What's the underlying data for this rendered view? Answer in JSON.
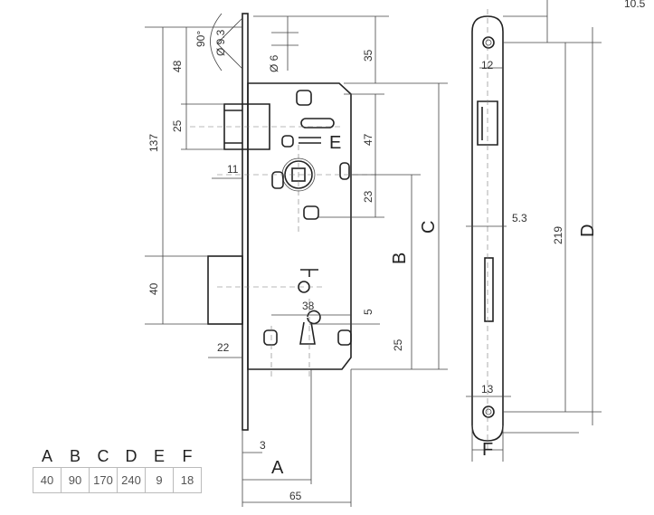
{
  "dimensions": {
    "d10_5": "10.5",
    "d12_top": "12",
    "angle": "90°",
    "dia93": "Ø 9.3",
    "dia6": "Ø 6",
    "d35": "35",
    "d48": "48",
    "d25_latch": "25",
    "d137": "137",
    "d11": "11",
    "d47": "47",
    "d23": "23",
    "E": "E",
    "C": "C",
    "B": "B",
    "d40": "40",
    "d38": "38",
    "d5": "5",
    "d25_low": "25",
    "d22": "22",
    "d3": "3",
    "A": "A",
    "d65": "65",
    "d5_3": "5.3",
    "d219": "219",
    "D": "D",
    "d13": "13",
    "F": "F"
  },
  "table": {
    "headers": [
      "A",
      "B",
      "C",
      "D",
      "E",
      "F"
    ],
    "values": [
      "40",
      "90",
      "170",
      "240",
      "9",
      "18"
    ]
  }
}
